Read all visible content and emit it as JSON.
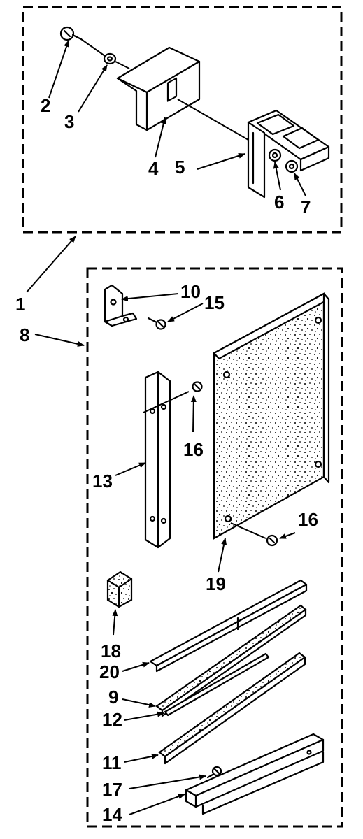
{
  "labels": {
    "l1": "1",
    "l2": "2",
    "l3": "3",
    "l4": "4",
    "l5": "5",
    "l6": "6",
    "l7": "7",
    "l8": "8",
    "l9": "9",
    "l10": "10",
    "l11": "11",
    "l12": "12",
    "l13": "13",
    "l14": "14",
    "l15": "15",
    "l16a": "16",
    "l16b": "16",
    "l17": "17",
    "l18": "18",
    "l19": "19",
    "l20": "20"
  }
}
